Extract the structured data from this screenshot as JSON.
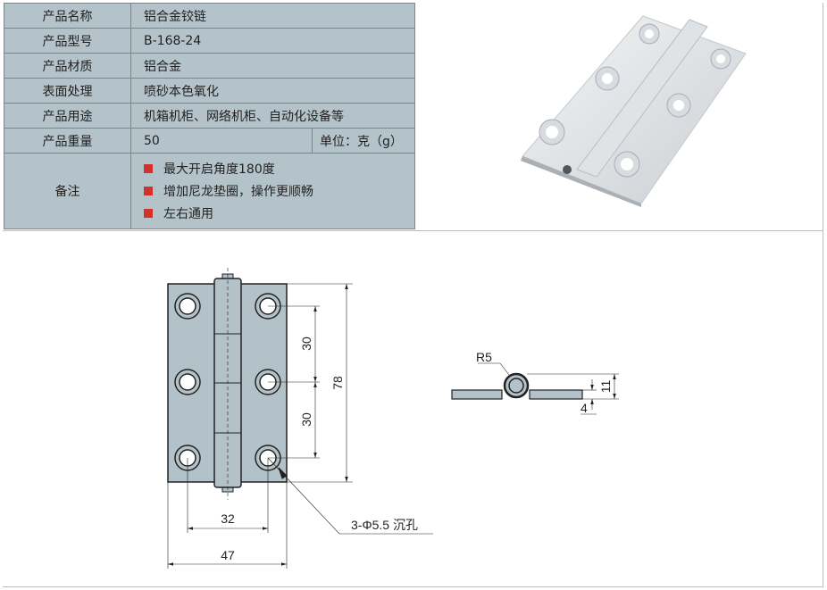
{
  "specs": [
    {
      "label": "产品名称",
      "value": "铝合金铰链"
    },
    {
      "label": "产品型号",
      "value": "B-168-24"
    },
    {
      "label": "产品材质",
      "value": "铝合金"
    },
    {
      "label": "表面处理",
      "value": "喷砂本色氧化"
    },
    {
      "label": "产品用途",
      "value": "机箱机柜、网络机柜、自动化设备等"
    },
    {
      "label": "产品重量",
      "value": "50",
      "unit": "单位：克（g）"
    }
  ],
  "notes": {
    "label": "备注",
    "items": [
      "最大开启角度180度",
      "增加尼龙垫圈，操作更顺畅",
      "左右通用"
    ]
  },
  "drawing": {
    "dim_30a": "30",
    "dim_30b": "30",
    "dim_78": "78",
    "dim_32": "32",
    "dim_47": "47",
    "hole_note": "3-Φ5.5 沉孔",
    "radius": "R5",
    "dim_11": "11",
    "dim_4": "4"
  },
  "colors": {
    "table_bg": "#b4c2c9",
    "bullet": "#d1332a",
    "plate": "#b3c1c8"
  }
}
